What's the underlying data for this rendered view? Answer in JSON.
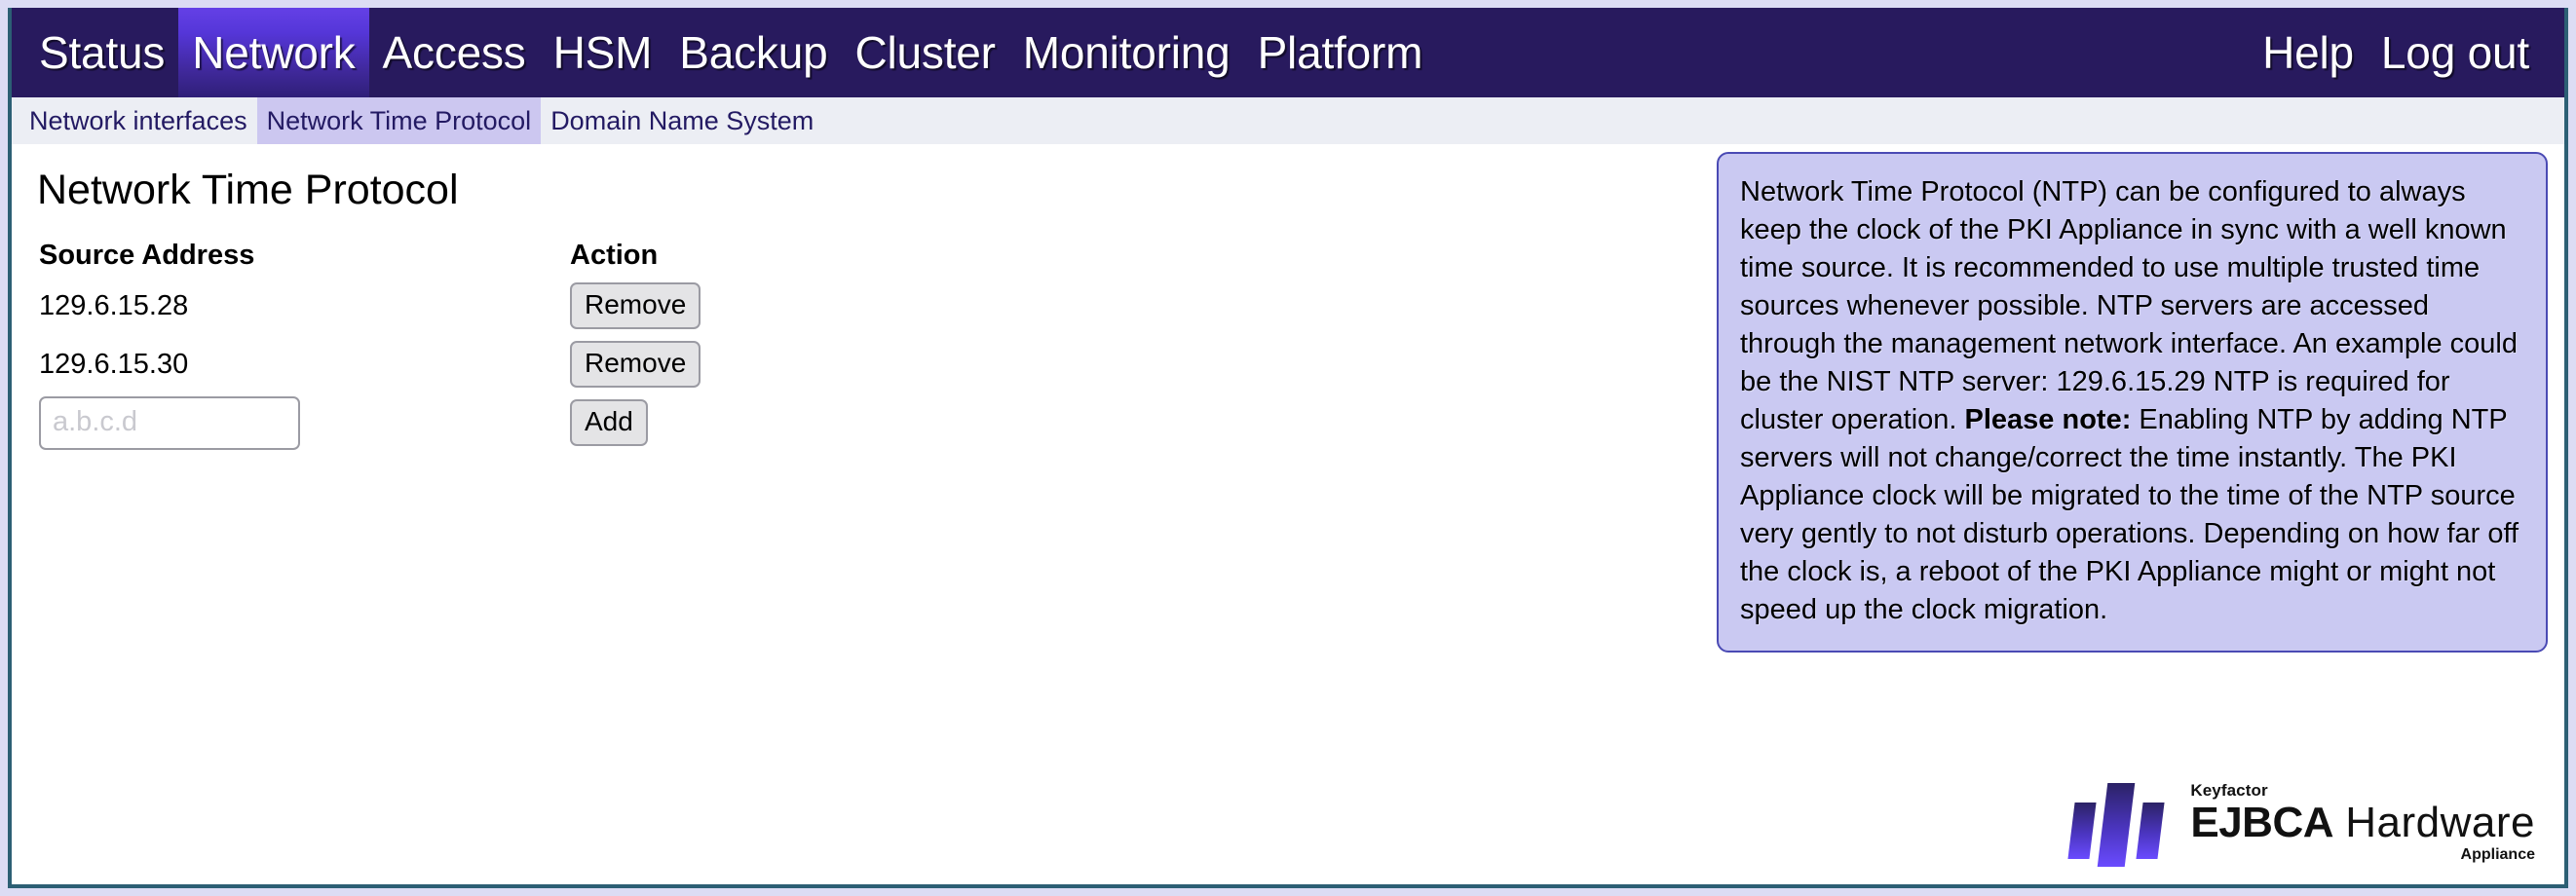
{
  "topnav": {
    "items": [
      {
        "label": "Status",
        "active": false
      },
      {
        "label": "Network",
        "active": true
      },
      {
        "label": "Access",
        "active": false
      },
      {
        "label": "HSM",
        "active": false
      },
      {
        "label": "Backup",
        "active": false
      },
      {
        "label": "Cluster",
        "active": false
      },
      {
        "label": "Monitoring",
        "active": false
      },
      {
        "label": "Platform",
        "active": false
      }
    ],
    "right_items": [
      {
        "label": "Help"
      },
      {
        "label": "Log out"
      }
    ],
    "background_color": "#281a5e",
    "active_color": "#5536d8"
  },
  "subnav": {
    "items": [
      {
        "label": "Network interfaces",
        "active": false
      },
      {
        "label": "Network Time Protocol",
        "active": true
      },
      {
        "label": "Domain Name System",
        "active": false
      }
    ],
    "background_color": "#eceef4",
    "active_color": "#ccc7f0",
    "link_color": "#231a63"
  },
  "main": {
    "page_title": "Network Time Protocol",
    "table": {
      "headers": [
        "Source Address",
        "Action"
      ],
      "rows": [
        {
          "address": "129.6.15.28",
          "action_label": "Remove"
        },
        {
          "address": "129.6.15.30",
          "action_label": "Remove"
        }
      ],
      "new_row": {
        "placeholder": "a.b.c.d",
        "value": "",
        "action_label": "Add"
      }
    }
  },
  "info_panel": {
    "text_part1": "Network Time Protocol (NTP) can be configured to always keep the clock of the PKI Appliance in sync with a well known time source. It is recommended to use multiple trusted time sources whenever possible. NTP servers are accessed through the management network interface. An example could be the NIST NTP server: 129.6.15.29 NTP is required for cluster operation. ",
    "text_bold": "Please note:",
    "text_part2": " Enabling NTP by adding NTP servers will not change/correct the time instantly. The PKI Appliance clock will be migrated to the time of the NTP source very gently to not disturb operations. Depending on how far off the clock is, a reboot of the PKI Appliance might or might not speed up the clock migration.",
    "background_color": "#cac9f2",
    "border_color": "#4a4ab4"
  },
  "logo": {
    "brand": "Keyfactor",
    "product_bold": "EJBCA",
    "product_light": "Hardware",
    "subtitle": "Appliance",
    "accent_color": "#4b35c0"
  }
}
